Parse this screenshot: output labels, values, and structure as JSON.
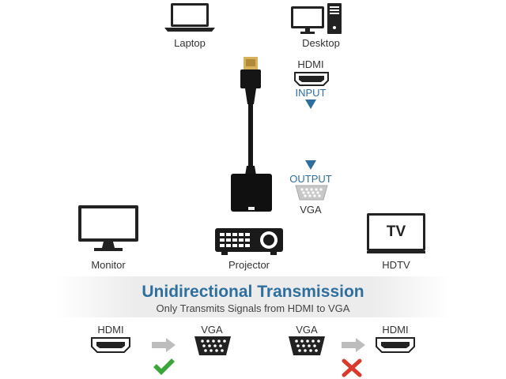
{
  "devices": {
    "laptop": "Laptop",
    "desktop": "Desktop",
    "monitor": "Monitor",
    "projector": "Projector",
    "hdtv": "HDTV",
    "tv_screen_text": "TV"
  },
  "ports": {
    "hdmi": "HDMI",
    "input": "INPUT",
    "output": "OUTPUT",
    "vga": "VGA"
  },
  "banner": {
    "title": "Unidirectional Transmission",
    "subtitle": "Only Transmits Signals from HDMI to VGA"
  },
  "examples": [
    {
      "from": "HDMI",
      "to": "VGA",
      "status": "check-icon"
    },
    {
      "from": "VGA",
      "to": "HDMI",
      "status": "cross-icon"
    }
  ],
  "colors": {
    "accent_blue": "#2f6e9c",
    "check_green": "#3aa63a",
    "cross_red": "#d93a2b",
    "arrow_gray": "#bdbdbd"
  }
}
